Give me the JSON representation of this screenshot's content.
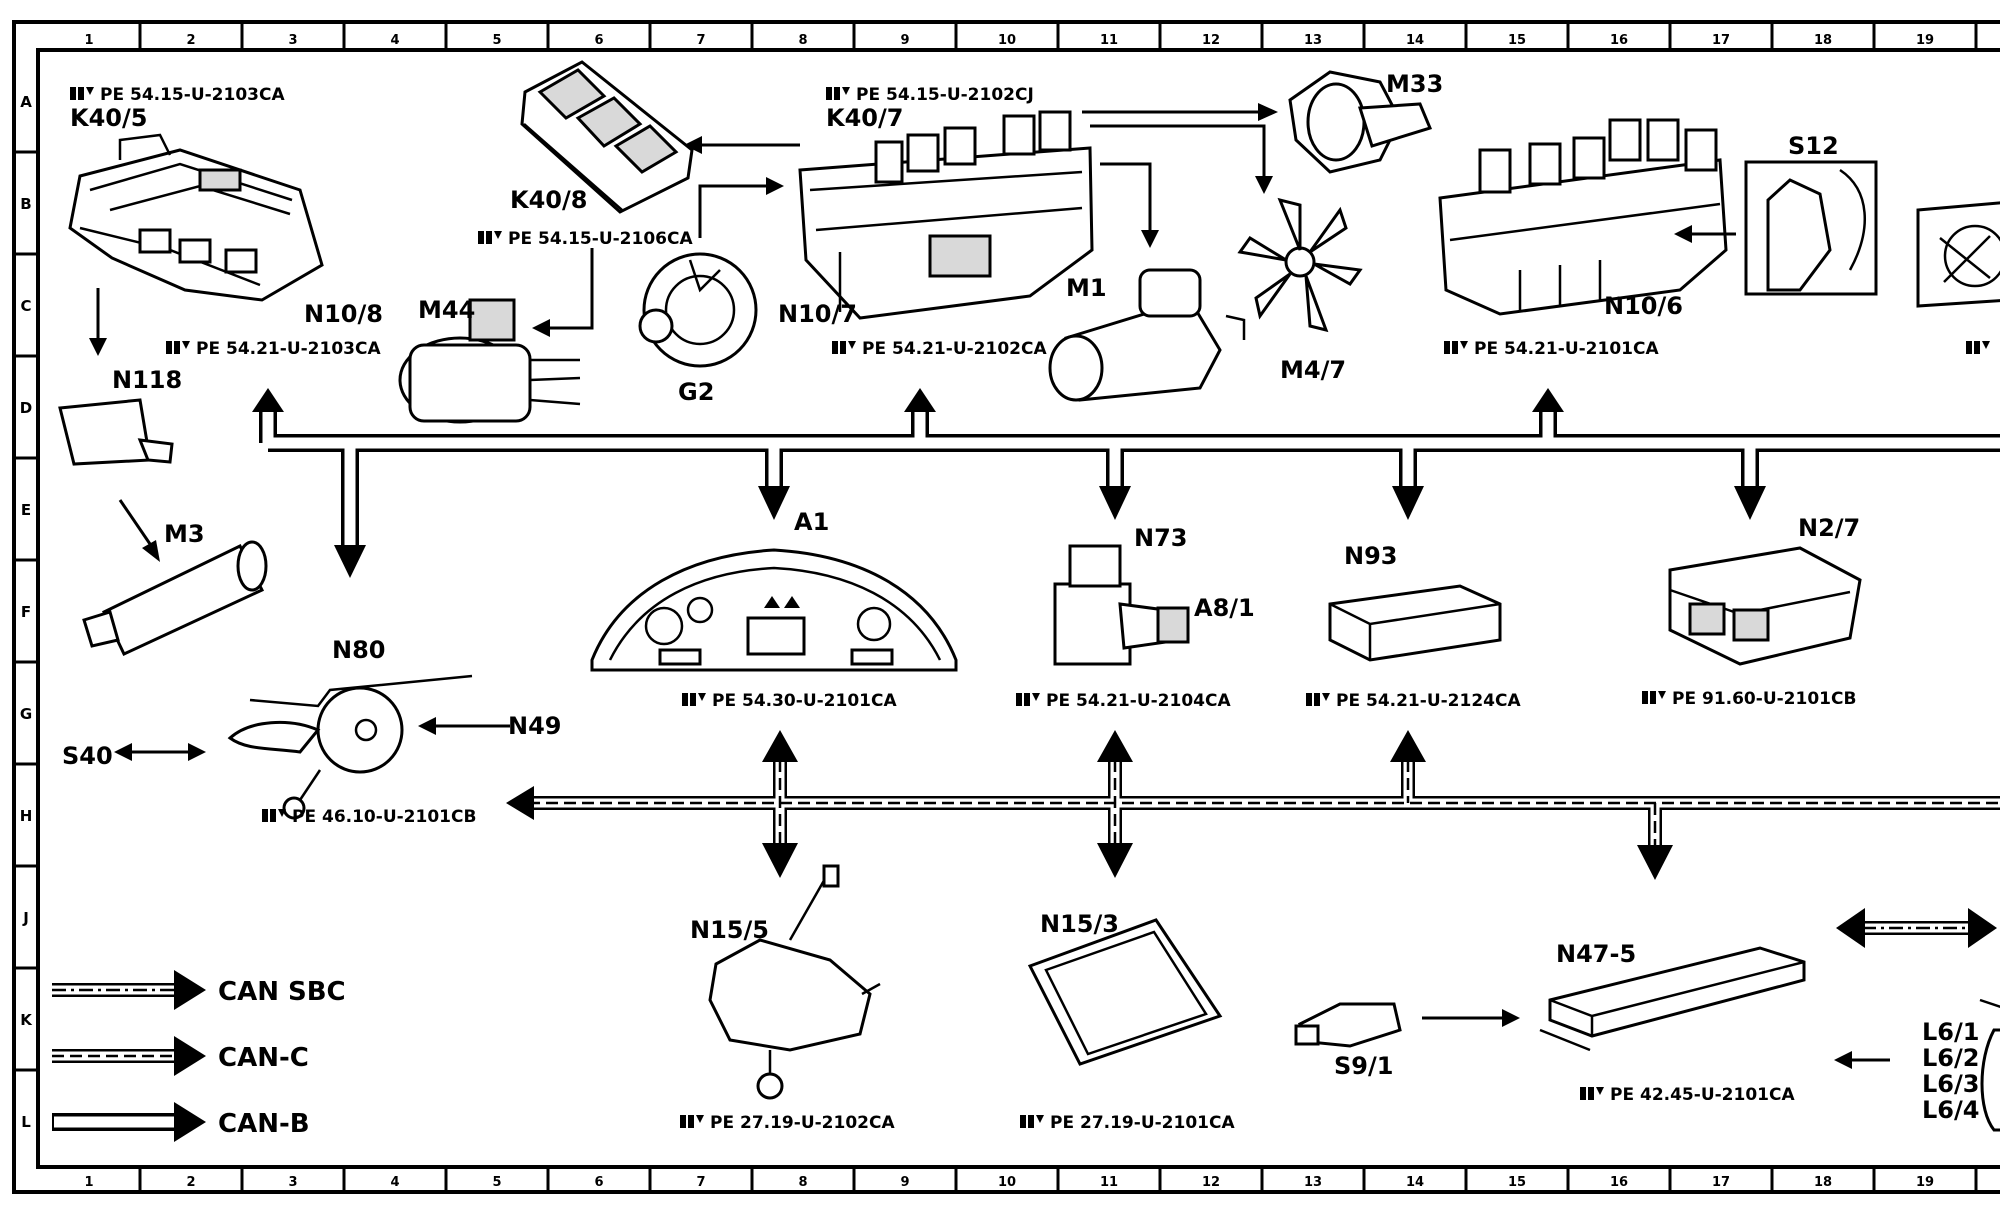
{
  "grid": {
    "columns": [
      "1",
      "2",
      "3",
      "4",
      "5",
      "6",
      "7",
      "8",
      "9",
      "10",
      "11",
      "12",
      "13",
      "14",
      "15",
      "16",
      "17",
      "18",
      "19"
    ],
    "rows": [
      "A",
      "B",
      "C",
      "D",
      "E",
      "F",
      "G",
      "H",
      "J",
      "K",
      "L"
    ]
  },
  "components": {
    "K40_5": "K40/5",
    "K40_8": "K40/8",
    "K40_7": "K40/7",
    "M33": "M33",
    "S12": "S12",
    "N10_8": "N10/8",
    "M44": "M44",
    "G2": "G2",
    "N10_7": "N10/7",
    "M1": "M1",
    "M4_7": "M4/7",
    "N10_6": "N10/6",
    "N118": "N118",
    "M3": "M3",
    "A1": "A1",
    "N73": "N73",
    "A8_1": "A8/1",
    "N93": "N93",
    "N2_7": "N2/7",
    "N80": "N80",
    "N49": "N49",
    "S40": "S40",
    "N15_5": "N15/5",
    "N15_3": "N15/3",
    "N47_5": "N47-5",
    "S9_1": "S9/1",
    "L6_1": "L6/1",
    "L6_2": "L6/2",
    "L6_3": "L6/3",
    "L6_4": "L6/4"
  },
  "refs": {
    "k40_5": "PE 54.15-U-2103CA",
    "k40_7": "PE 54.15-U-2102CJ",
    "k40_8": "PE 54.15-U-2106CA",
    "n10_8": "PE 54.21-U-2103CA",
    "n10_7": "PE 54.21-U-2102CA",
    "n10_6": "PE 54.21-U-2101CA",
    "a1": "PE 54.30-U-2101CA",
    "n73": "PE 54.21-U-2104CA",
    "n93": "PE 54.21-U-2124CA",
    "n2_7": "PE 91.60-U-2101CB",
    "n80": "PE 46.10-U-2101CB",
    "n15_5": "PE 27.19-U-2102CA",
    "n15_3": "PE 27.19-U-2101CA",
    "n47_5": "PE 42.45-U-2101CA"
  },
  "legend": {
    "can_sbc": "CAN SBC",
    "can_c": "CAN-C",
    "can_b": "CAN-B"
  }
}
